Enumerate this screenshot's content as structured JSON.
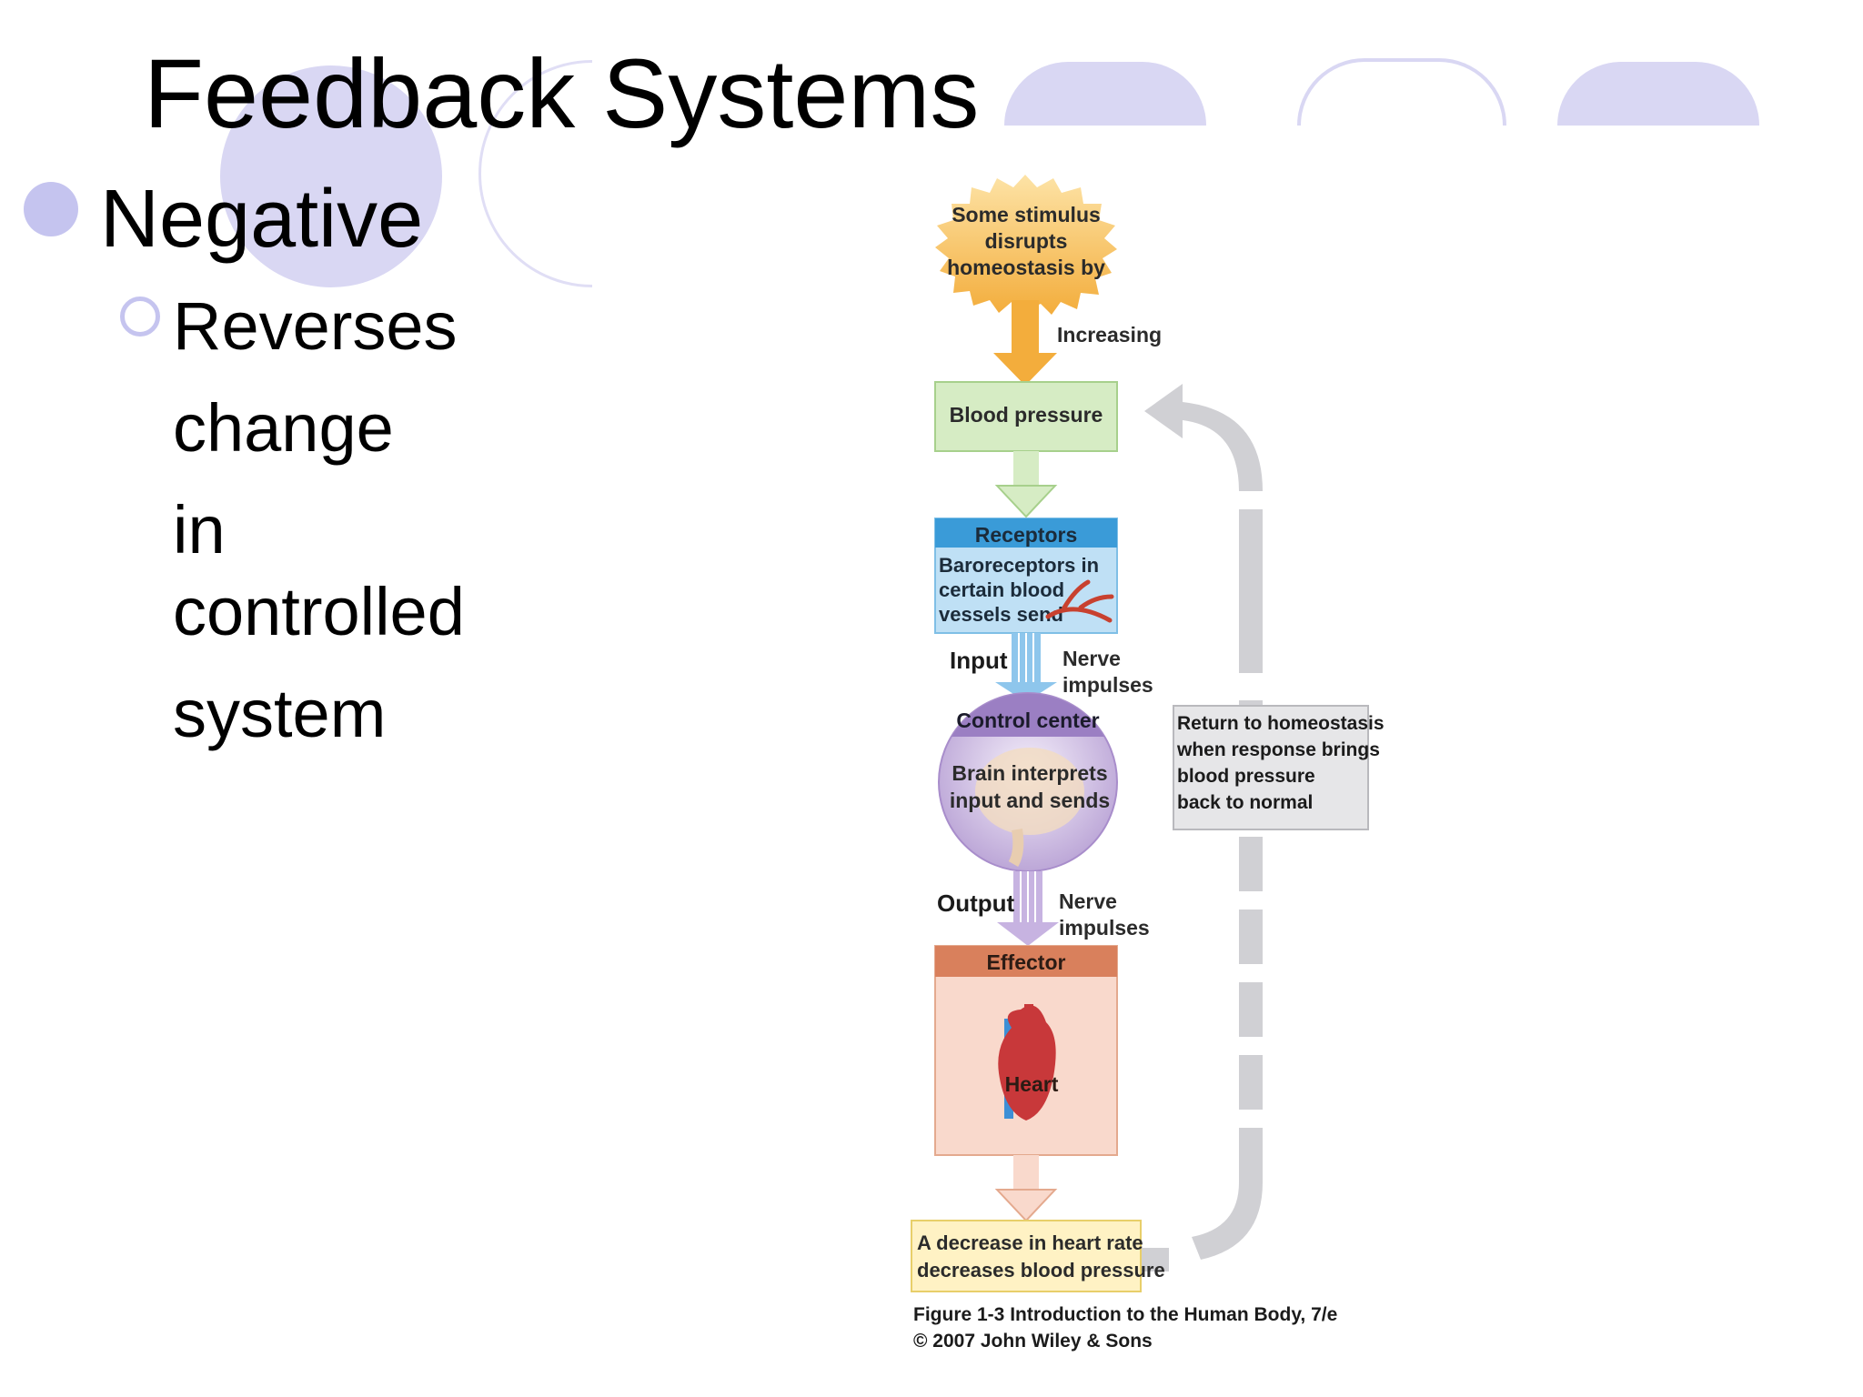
{
  "slide": {
    "title": "Feedback Systems",
    "bullet_level1": "Negative",
    "bullet_level2_lines": [
      "Reverses",
      "change",
      "in",
      "controlled",
      "system"
    ]
  },
  "figure": {
    "stimulus_lines": [
      "Some stimulus",
      "disrupts",
      "homeostasis by"
    ],
    "stimulus_arrow_label": "Increasing",
    "controlled_condition": "Blood pressure",
    "receptors_header": "Receptors",
    "receptors_lines": [
      "Baroreceptors in",
      "certain blood",
      "vessels send"
    ],
    "input_label": "Input",
    "input_impulse_lines": [
      "Nerve",
      "impulses"
    ],
    "control_center_header": "Control center",
    "control_center_lines": [
      "Brain interprets",
      "input and sends"
    ],
    "output_label": "Output",
    "output_impulse_lines": [
      "Nerve",
      "impulses"
    ],
    "effector_header": "Effector",
    "effector_label": "Heart",
    "response_lines": [
      "A decrease in heart rate",
      "decreases blood pressure"
    ],
    "return_lines": [
      "Return to homeostasis",
      "when response brings",
      "blood pressure",
      "back to normal"
    ],
    "caption_lines": [
      "Figure 1-3  Introduction to the Human Body, 7/e",
      "© 2007 John Wiley & Sons"
    ]
  },
  "colors": {
    "accent_lavender": "#c5c4ef",
    "stimulus": "#f5b84a",
    "condition": "#d6ecc4",
    "receptors_header": "#3a9bd8",
    "receptors_body": "#bfe0f5",
    "control_center": "#b9a3d6",
    "effector_header": "#d9805c",
    "effector_body": "#f9d9cc",
    "response": "#fff2c4",
    "return_gray": "#d0d0d4"
  }
}
